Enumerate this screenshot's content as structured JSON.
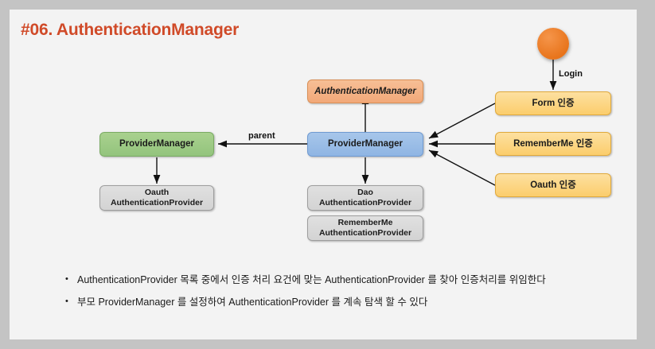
{
  "slide": {
    "title": "#06. AuthenticationManager",
    "title_color": "#d04a28",
    "background": "#f3f3f3",
    "frame_color": "#c4c4c4"
  },
  "diagram": {
    "start_node": {
      "name": "login-actor",
      "shape": "circle",
      "color": "#e8741b"
    },
    "nodes": [
      {
        "id": "authentication-manager",
        "label": "AuthenticationManager",
        "style": "salmon",
        "italic": true
      },
      {
        "id": "provider-manager-parent",
        "label": "ProviderManager",
        "style": "green"
      },
      {
        "id": "provider-manager",
        "label": "ProviderManager",
        "style": "blue"
      },
      {
        "id": "oauth-authentication-provider",
        "label": "Oauth\nAuthenticationProvider",
        "line1": "Oauth",
        "line2": "AuthenticationProvider",
        "style": "gray"
      },
      {
        "id": "dao-authentication-provider",
        "label": "Dao\nAuthenticationProvider",
        "line1": "Dao",
        "line2": "AuthenticationProvider",
        "style": "gray"
      },
      {
        "id": "rememberme-authentication-provider",
        "label": "RememberMe\nAuthenticationProvider",
        "line1": "RememberMe",
        "line2": "AuthenticationProvider",
        "style": "gray"
      },
      {
        "id": "form-auth",
        "label": "Form 인증",
        "style": "yellow"
      },
      {
        "id": "rememberme-auth",
        "label": "RememberMe 인증",
        "style": "yellow"
      },
      {
        "id": "oauth-auth",
        "label": "Oauth 인증",
        "style": "yellow"
      }
    ],
    "edge_labels": [
      {
        "id": "login",
        "text": "Login"
      },
      {
        "id": "parent",
        "text": "parent"
      }
    ],
    "colors": {
      "salmon": "#f4b183",
      "green": "#a9d18e",
      "blue": "#9dc3e6",
      "gray": "#d9d9d9",
      "yellow": "#fbd27a"
    }
  },
  "bullets": [
    {
      "marker": "•",
      "text": "AuthenticationProvider 목록 중에서 인증 처리 요건에 맞는 AuthenticationProvider 를 찾아 인증처리를 위임한다"
    },
    {
      "marker": "•",
      "text": "부모 ProviderManager 를 설정하여  AuthenticationProvider 를 계속 탐색 할 수 있다"
    }
  ]
}
